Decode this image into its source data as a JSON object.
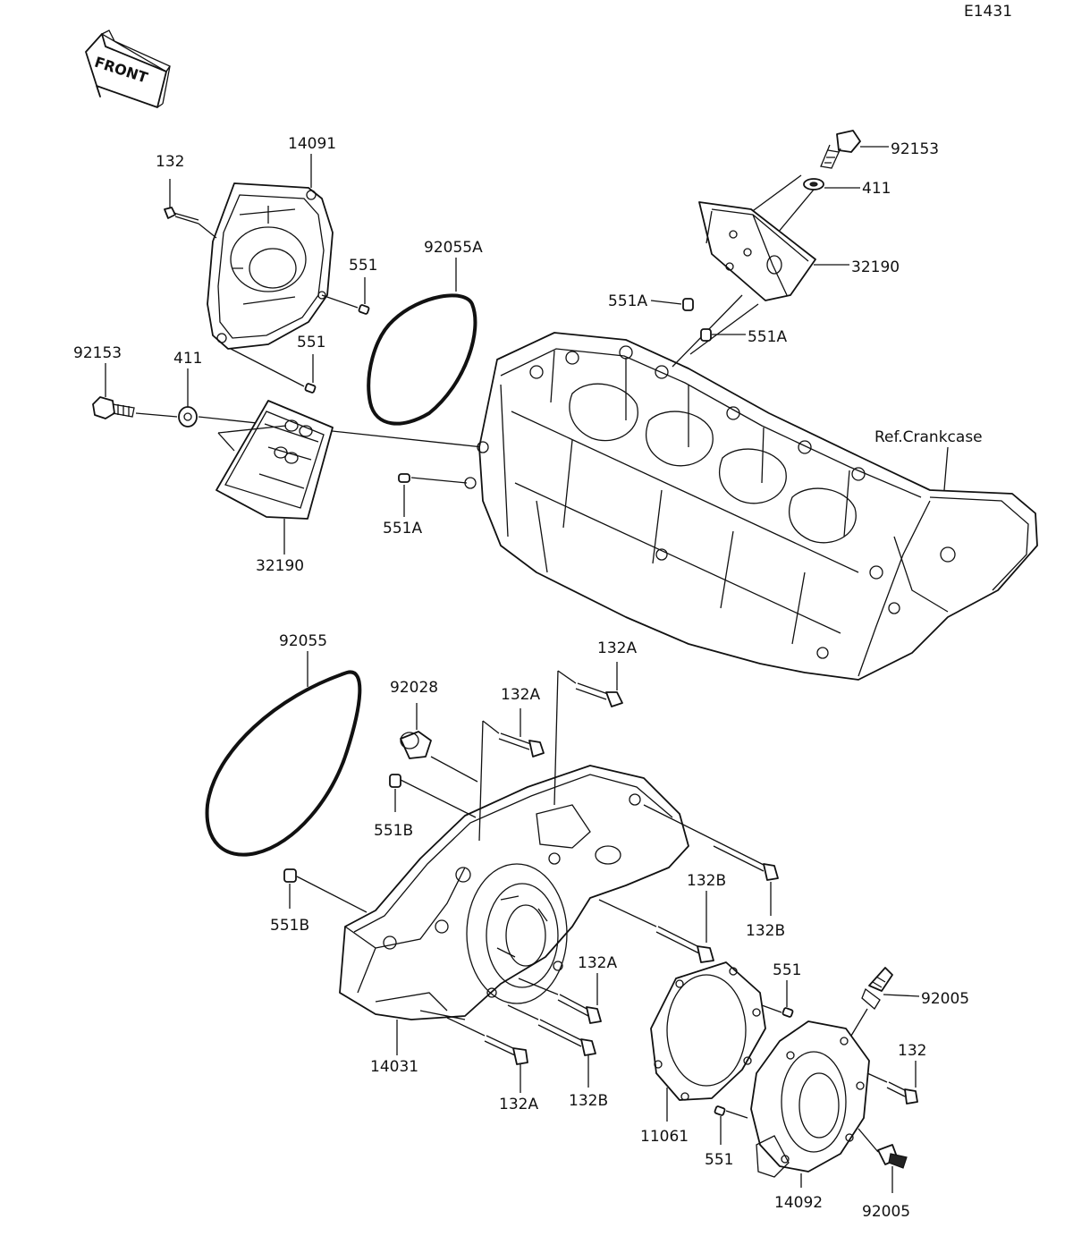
{
  "diagram_id": "E1431",
  "front_arrow_text": "FRONT",
  "ref_text": "Ref.Crankcase",
  "callouts": {
    "c14091": "14091",
    "c132_top": "132",
    "c551_a": "551",
    "c551_b": "551",
    "c92055A": "92055A",
    "c92153_left": "92153",
    "c411_left": "411",
    "c32190_left": "32190",
    "c551A_left": "551A",
    "c92153_top": "92153",
    "c411_top": "411",
    "c32190_top": "32190",
    "c551A_top1": "551A",
    "c551A_top2": "551A",
    "c92055": "92055",
    "c92028": "92028",
    "c132A_1": "132A",
    "c132A_2": "132A",
    "c551B_1": "551B",
    "c551B_2": "551B",
    "c132B_1": "132B",
    "c132B_2": "132B",
    "c132A_3": "132A",
    "c14031": "14031",
    "c132A_4": "132A",
    "c132B_3": "132B",
    "c551_c": "551",
    "c92005_top": "92005",
    "c132_right": "132",
    "c11061": "11061",
    "c551_d": "551",
    "c14092": "14092",
    "c92005_bottom": "92005"
  }
}
